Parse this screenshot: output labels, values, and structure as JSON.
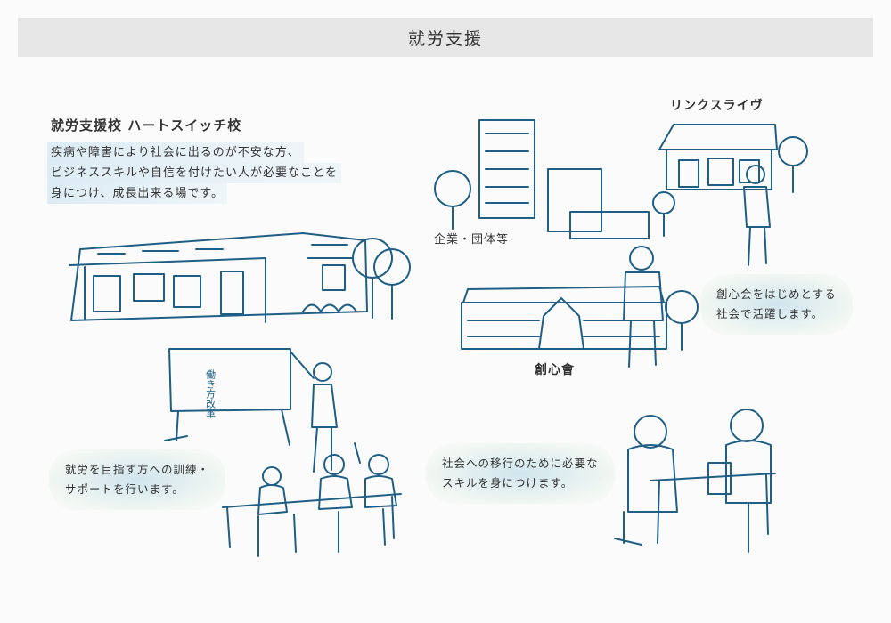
{
  "header": {
    "title": "就労支援"
  },
  "school": {
    "title": "就労支援校 ハートスイッチ校",
    "description_lines": [
      "疾病や障害により社会に出るのが不安な方、",
      "ビジネススキルや自信を付けたい人が必要なことを",
      "身につけ、成長出来る場です。"
    ],
    "whiteboard_text": "働き方改革"
  },
  "labels": {
    "company": "企業・団体等",
    "linkslive": "リンクスライヴ",
    "soushinkai": "創心會"
  },
  "bubbles": {
    "training": [
      "就労を目指す方への訓練・",
      "サポートを行います。"
    ],
    "skills": [
      "社会への移行のために必要な",
      "スキルを身につけます。"
    ],
    "society": [
      "創心会をはじめとする",
      "社会で活躍します。"
    ]
  }
}
